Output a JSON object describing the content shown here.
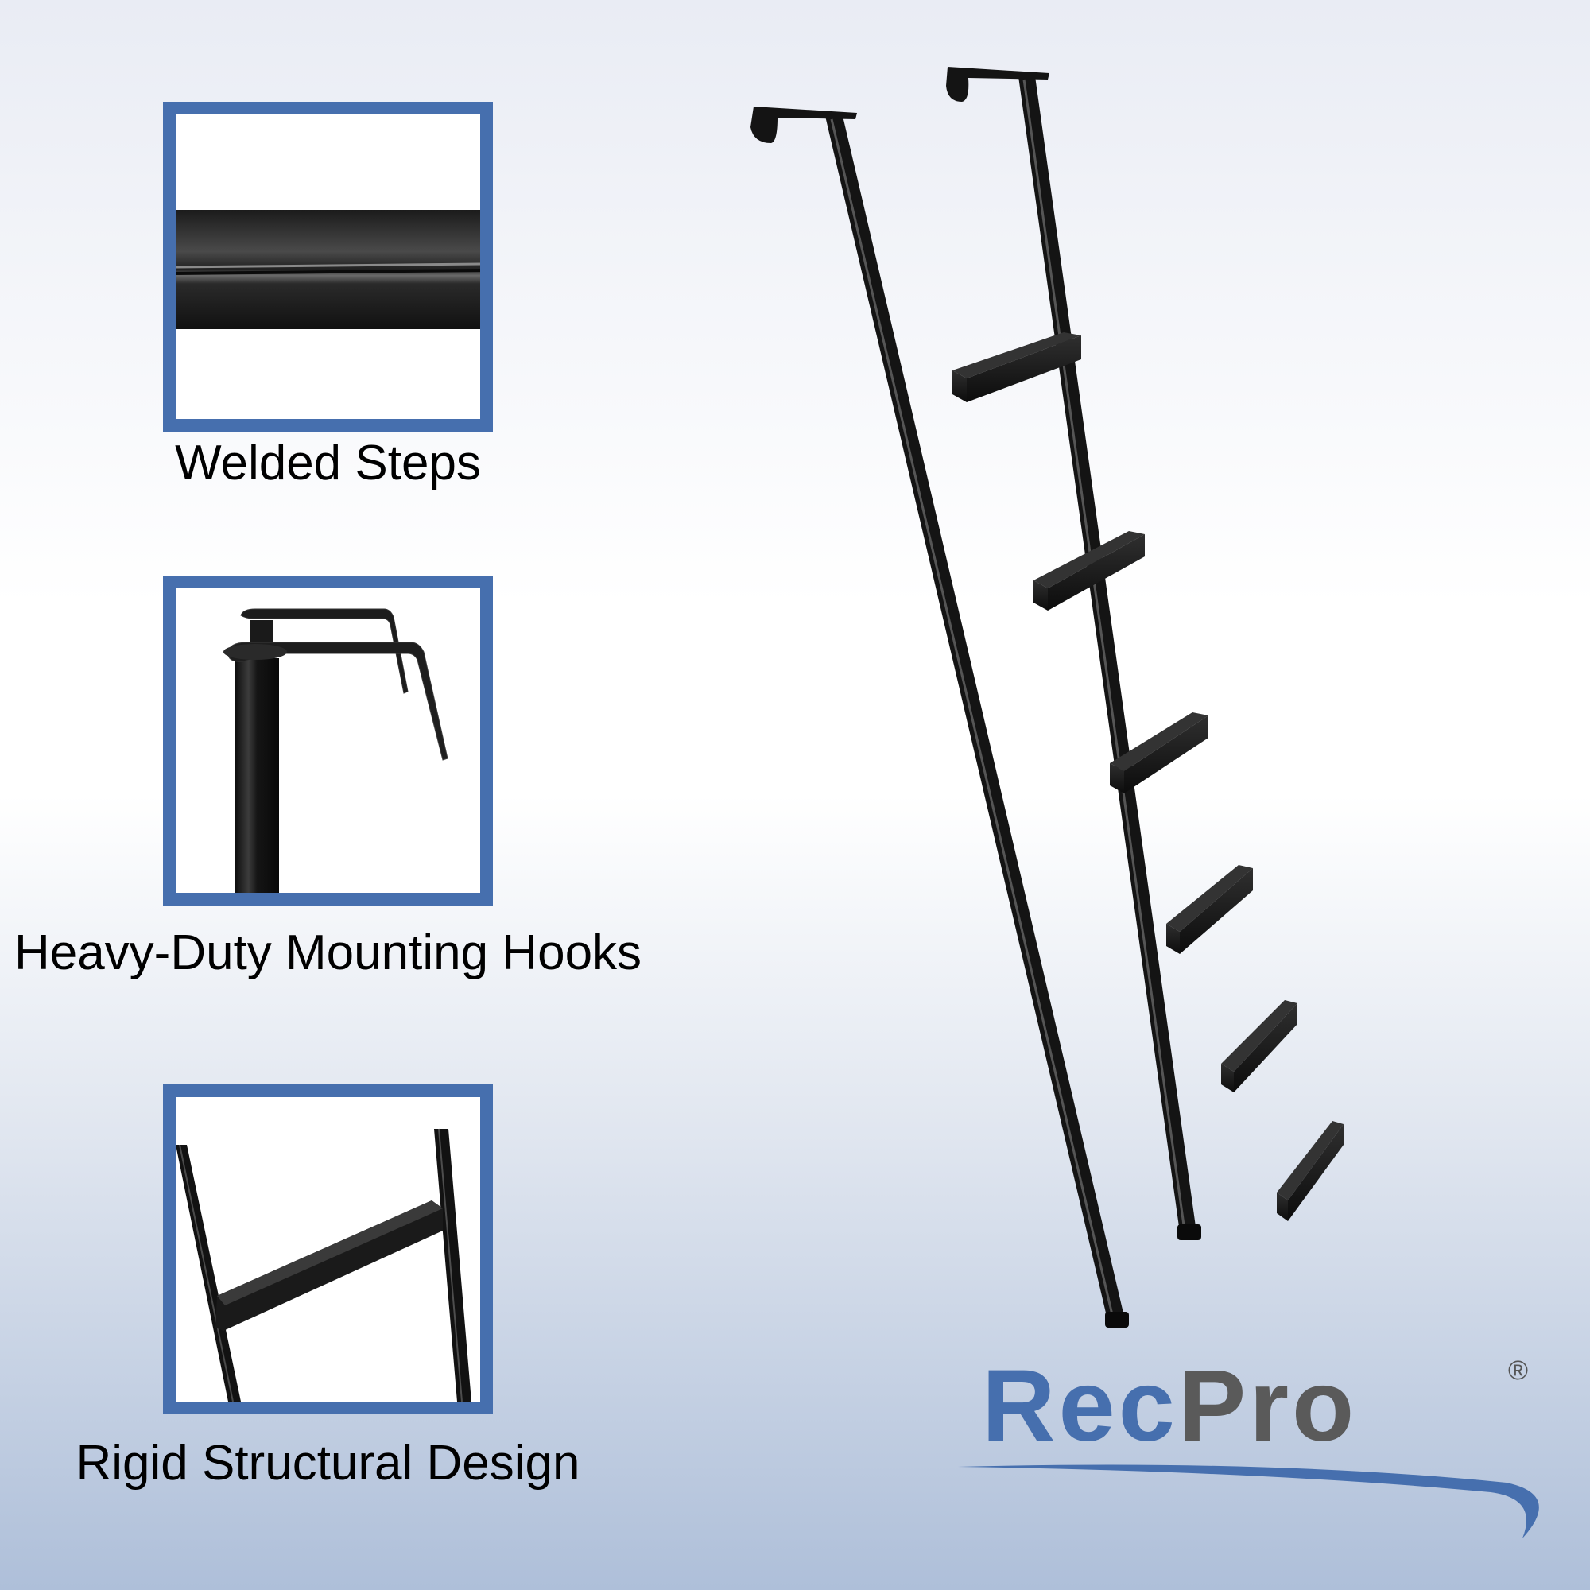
{
  "features": [
    {
      "label": "Welded Steps",
      "icon": "welded-step-closeup"
    },
    {
      "label": "Heavy-Duty Mounting Hooks",
      "icon": "mounting-hooks-closeup"
    },
    {
      "label": "Rigid Structural Design",
      "icon": "ladder-rung-closeup"
    }
  ],
  "brand": {
    "name_part1": "Rec",
    "name_part2": "Pro",
    "registered_mark": "®"
  },
  "colors": {
    "frame_blue": "#466fae",
    "brand_blue": "#466fae",
    "brand_gray": "#5a5a5a",
    "ladder_black": "#111111"
  },
  "product": {
    "icon": "bunk-ladder-image",
    "step_count": 6
  }
}
